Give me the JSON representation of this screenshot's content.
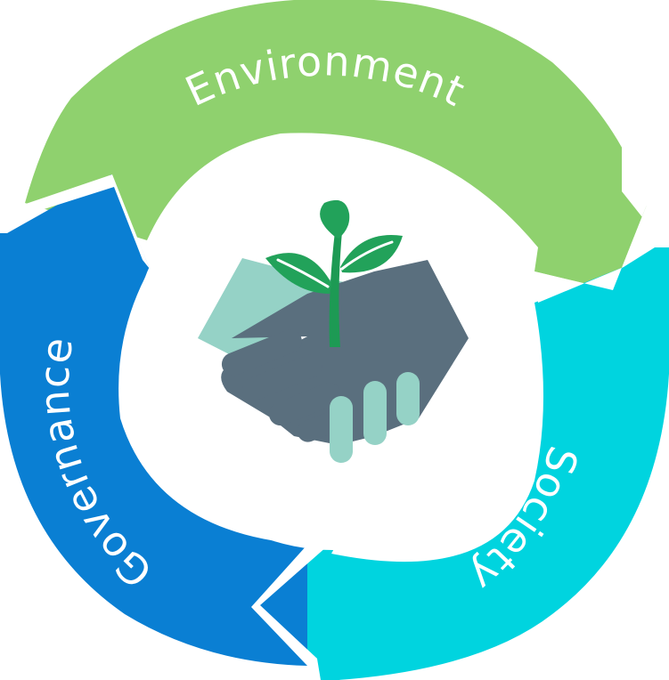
{
  "segments": [
    {
      "key": "environment",
      "label": "Environment",
      "color": "#8fd16e"
    },
    {
      "key": "society",
      "label": "Society",
      "color": "#00d4df"
    },
    {
      "key": "governance",
      "label": "Governance",
      "color": "#0a7fd3"
    }
  ],
  "icon": {
    "name": "handshake-with-sprout-icon",
    "colors": {
      "hand_light": "#95d2c6",
      "hand_dark": "#5a6f7e",
      "leaf": "#22a25a",
      "stem": "#1d9a54"
    }
  }
}
